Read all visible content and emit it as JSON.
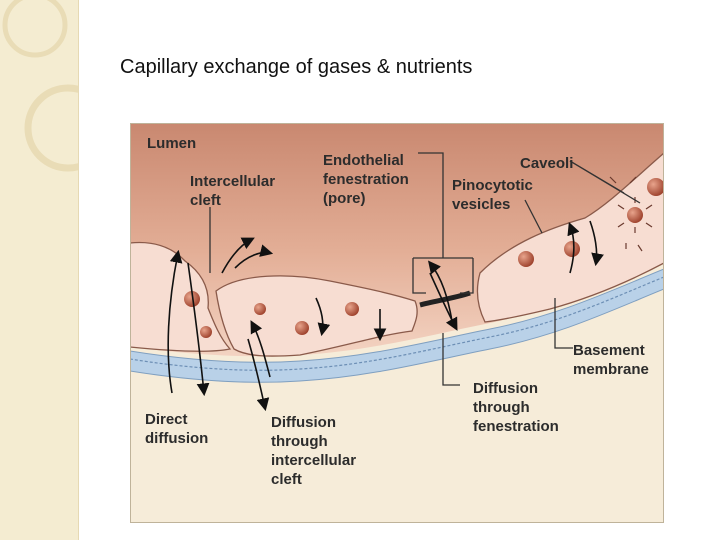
{
  "slide": {
    "title": "Capillary exchange of gases & nutrients"
  },
  "colors": {
    "strip": "#f4ecd1",
    "lumen_top": "#c98870",
    "lumen_bottom": "#f0c9b5",
    "cell": "#f7ddd2",
    "cell_outline": "#8a5a4a",
    "vesicle": "#a84a33",
    "membrane": "#b9d1e8",
    "interstitial": "#f6ecd9"
  },
  "diagram": {
    "labels": {
      "lumen": "Lumen",
      "intercellular_cleft": [
        "Intercellular",
        "cleft"
      ],
      "endothelial_fenestration": [
        "Endothelial",
        "fenestration",
        "(pore)"
      ],
      "caveoli": "Caveoli",
      "pinocytotic_vesicles": [
        "Pinocytotic",
        "vesicles"
      ],
      "basement_membrane": [
        "Basement",
        "membrane"
      ],
      "direct_diffusion": [
        "Direct",
        "diffusion"
      ],
      "diffusion_through_intercellular_cleft": [
        "Diffusion",
        "through",
        "intercellular",
        "cleft"
      ],
      "diffusion_through_fenestration": [
        "Diffusion",
        "through",
        "fenestration"
      ]
    }
  }
}
